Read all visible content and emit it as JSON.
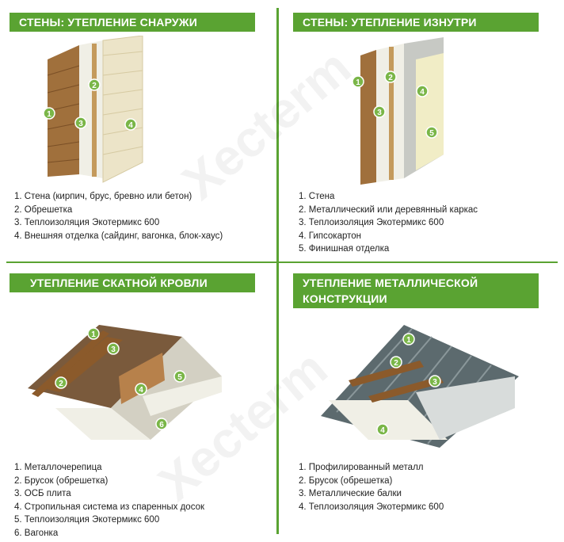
{
  "panels": {
    "walls_outside": {
      "title": "СТЕНЫ: УТЕПЛЕНИЕ СНАРУЖИ",
      "items": [
        "1. Стена (кирпич, брус, бревно или бетон)",
        "2. Обрешетка",
        "3. Теплоизоляция Экотермикс 600",
        "4. Внешняя отделка (сайдинг, вагонка, блок-хаус)"
      ]
    },
    "walls_inside": {
      "title": "СТЕНЫ: УТЕПЛЕНИЕ ИЗНУТРИ",
      "items": [
        "1. Стена",
        "2. Металлический или деревянный каркас",
        "3. Теплоизоляция Экотермикс 600",
        "4. Гипсокартон",
        "5. Финишная отделка"
      ]
    },
    "pitched_roof": {
      "title": "УТЕПЛЕНИЕ СКАТНОЙ КРОВЛИ",
      "items": [
        "1. Металлочерепица",
        "2. Брусок (обрешетка)",
        "3. ОСБ плита",
        "4. Стропильная система из спаренных досок",
        "5. Теплоизоляция Экотермикс 600",
        "6. Вагонка"
      ]
    },
    "metal_structure": {
      "title_line1": "УТЕПЛЕНИЕ МЕТАЛЛИЧЕСКОЙ",
      "title_line2": "КОНСТРУКЦИИ",
      "items": [
        "1. Профилированный металл",
        "2. Брусок (обрешетка)",
        "3. Металлические балки",
        "4. Теплоизоляция Экотермикс 600"
      ]
    }
  },
  "badges": [
    "1",
    "2",
    "3",
    "4",
    "5",
    "6"
  ],
  "watermark": "Xecterm",
  "colors": {
    "accent": "#5aa332",
    "badge": "#7ab648",
    "wood": "#a0703c",
    "insulation": "#f0efe6",
    "metal": "#5c6a6e",
    "drywall": "#c7c9c4",
    "finish": "#f1edc6"
  }
}
